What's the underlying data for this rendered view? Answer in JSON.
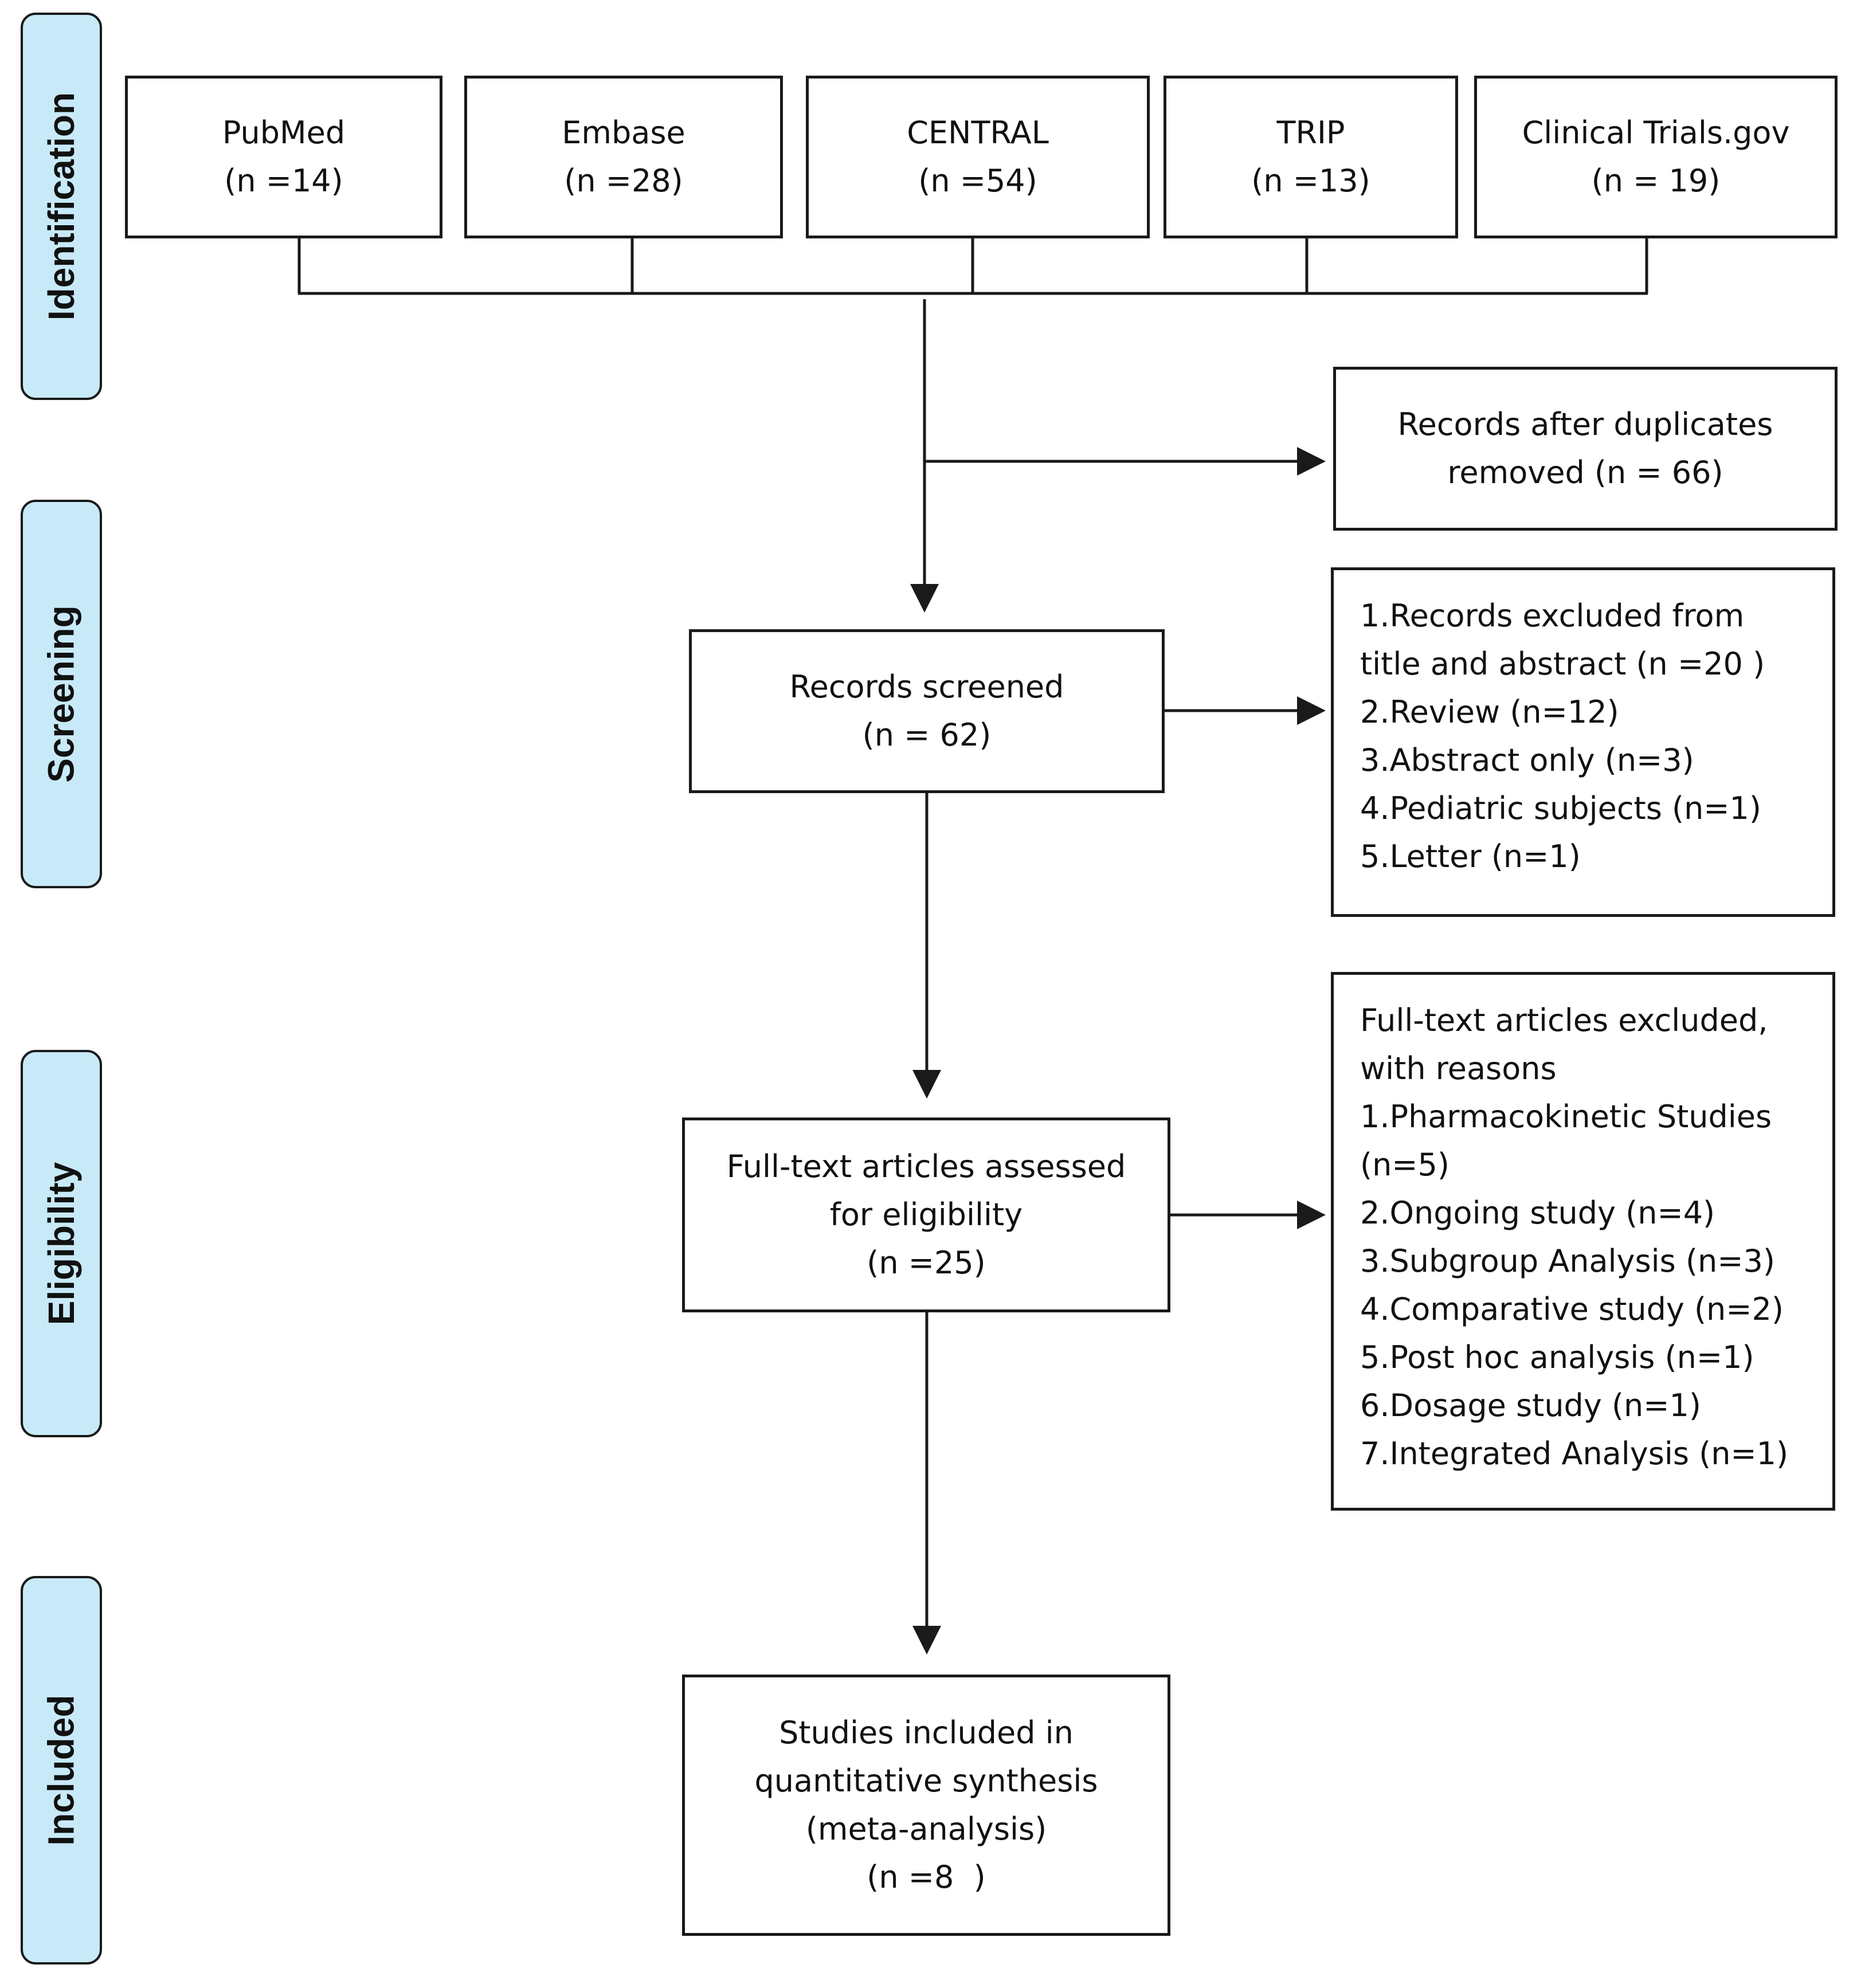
{
  "stages": {
    "identification": "Identification",
    "screening": "Screening",
    "eligibility": "Eligibility",
    "included": "Included"
  },
  "sources": [
    {
      "name": "PubMed",
      "count": "(n =14)"
    },
    {
      "name": "Embase",
      "count": "(n =28)"
    },
    {
      "name": "CENTRAL",
      "count": "(n =54)"
    },
    {
      "name": "TRIP",
      "count": "(n =13)"
    },
    {
      "name": "Clinical Trials.gov",
      "count": "(n = 19)"
    }
  ],
  "duplicates": {
    "line1": "Records after duplicates",
    "line2": "removed (n = 66)"
  },
  "screened": {
    "line1": "Records screened",
    "line2": "(n = 62)"
  },
  "screen_excluded": [
    "1.Records excluded from",
    "title and abstract (n =20 )",
    "2.Review (n=12)",
    "3.Abstract only (n=3)",
    "4.Pediatric subjects (n=1)",
    "5.Letter (n=1)"
  ],
  "fulltext": {
    "line1": "Full-text articles assessed",
    "line2": "for eligibility",
    "line3": "(n =25)"
  },
  "fulltext_excluded": [
    "Full-text articles excluded,",
    "with reasons",
    "1.Pharmacokinetic Studies",
    "(n=5)",
    "2.Ongoing study (n=4)",
    "3.Subgroup Analysis (n=3)",
    "4.Comparative study (n=2)",
    "5.Post hoc analysis (n=1)",
    "6.Dosage study (n=1)",
    "7.Integrated Analysis (n=1)"
  ],
  "included": {
    "line1": "Studies included in",
    "line2": "quantitative synthesis",
    "line3": "(meta-analysis)",
    "line4": "(n =8  )"
  }
}
